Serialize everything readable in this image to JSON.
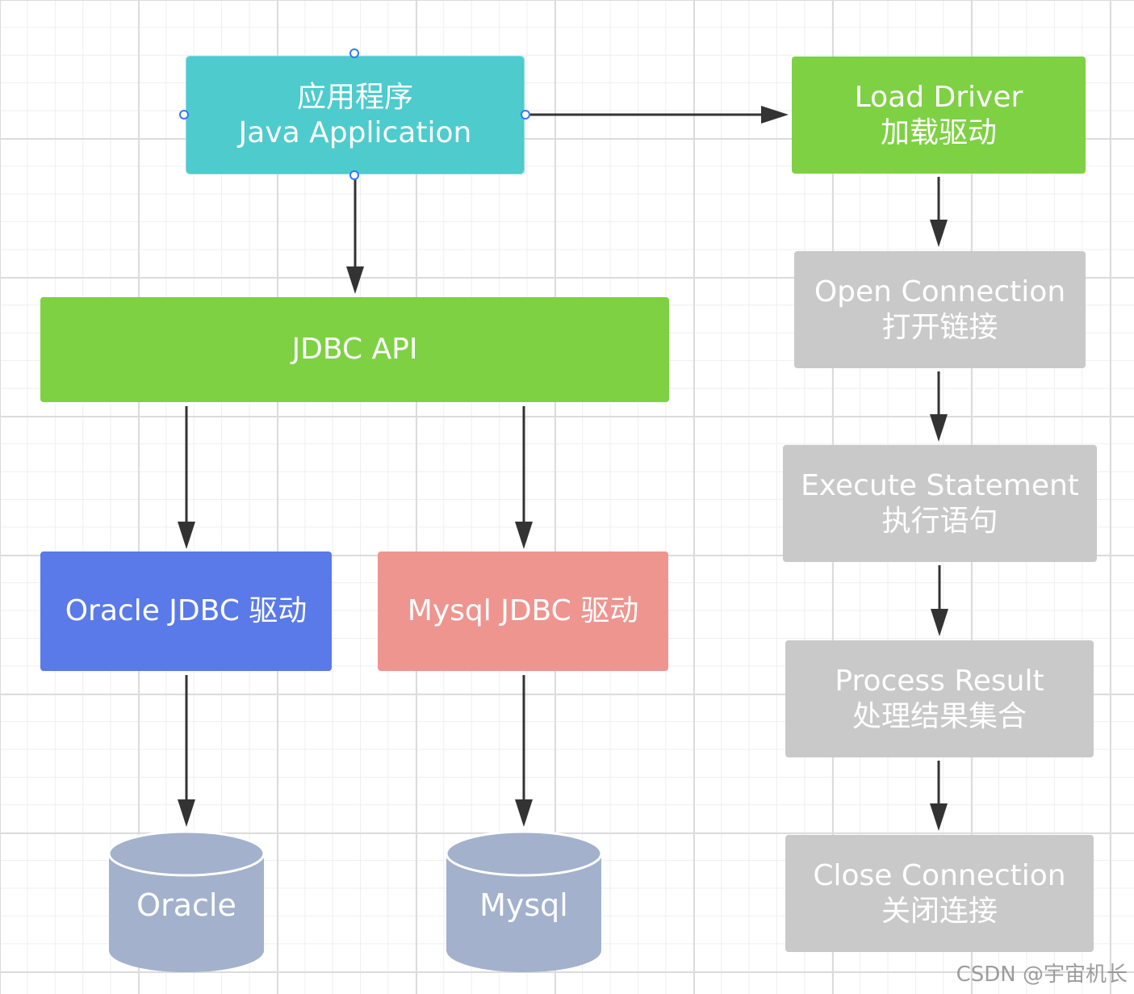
{
  "app": {
    "line1": "应用程序",
    "line2": "Java Application"
  },
  "jdbc_api": {
    "label": "JDBC API"
  },
  "drivers": {
    "oracle": "Oracle JDBC 驱动",
    "mysql": "Mysql JDBC 驱动"
  },
  "databases": {
    "oracle": "Oracle",
    "mysql": "Mysql"
  },
  "steps": [
    {
      "en": "Load Driver",
      "zh": "加载驱动"
    },
    {
      "en": "Open Connection",
      "zh": "打开链接"
    },
    {
      "en": "Execute Statement",
      "zh": "执行语句"
    },
    {
      "en": "Process Result",
      "zh": "处理结果集合"
    },
    {
      "en": "Close Connection",
      "zh": "关闭连接"
    }
  ],
  "watermark": "CSDN @宇宙机长",
  "colors": {
    "app": "#4ecbcd",
    "green": "#7dd143",
    "oracle_driver": "#5a7ae9",
    "mysql_driver": "#ee9590",
    "step_grey": "#c9c9c9",
    "database": "#a3b1cc",
    "arrow": "#333333",
    "selection_handle": "#2f7bf0"
  }
}
